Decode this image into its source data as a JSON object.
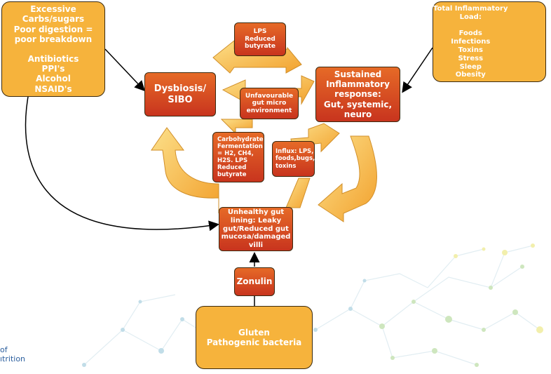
{
  "diagram": {
    "nodes": {
      "excessive": {
        "lines": [
          "Excessive",
          "Carbs/sugars",
          "Poor digestion =",
          "poor breakdown",
          "",
          "Antibiotics",
          "PPI's",
          "Alcohol",
          "NSAID's"
        ]
      },
      "total_load": {
        "lines": [
          "Total Inflammatory",
          "Load:",
          "",
          "Foods",
          "Infections",
          "Toxins",
          "Stress",
          "Sleep",
          "Obesity"
        ]
      },
      "dysbiosis": {
        "lines": [
          "Dysbiosis/",
          "SIBO"
        ]
      },
      "lps_top": {
        "lines": [
          "LPS",
          "Reduced",
          "butyrate"
        ]
      },
      "unfavourable": {
        "lines": [
          "Unfavourable",
          "gut micro",
          "environment"
        ]
      },
      "sustained": {
        "lines": [
          "Sustained",
          "Inflammatory",
          "response:",
          "Gut, systemic,",
          "neuro"
        ]
      },
      "carbohydrate": {
        "lines": [
          "Carbohydrate",
          "Fermentation",
          "= H2, CH4,",
          "H2S. LPS",
          "Reduced",
          "butyrate"
        ]
      },
      "influx": {
        "lines": [
          "Influx: LPS,",
          "foods,bugs,",
          "toxins"
        ]
      },
      "unhealthy": {
        "lines": [
          "Unhealthy gut",
          "lining: Leaky",
          "gut/Reduced gut",
          "mucosa/damaged",
          "villi"
        ]
      },
      "zonulin": {
        "lines": [
          "Zonulin"
        ]
      },
      "gluten": {
        "lines": [
          "Gluten",
          "Pathogenic bacteria"
        ]
      }
    },
    "logo_fragment": [
      "of",
      "ıtrition"
    ]
  }
}
